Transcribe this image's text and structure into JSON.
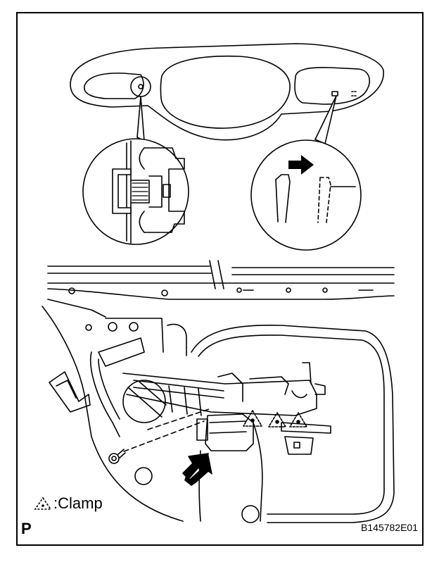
{
  "legend": {
    "symbol_icon": "dashed-triangle-icon",
    "separator": ":",
    "label": "Clamp"
  },
  "corner_mark": "P",
  "figure_id": "B145782E01",
  "colors": {
    "line": "#000000",
    "background": "#ffffff"
  }
}
